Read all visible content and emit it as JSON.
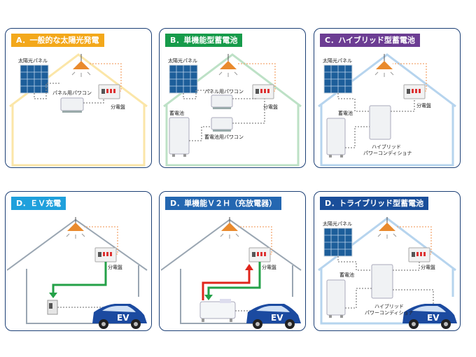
{
  "panels": [
    {
      "title": "A．一般的な太陽光発電",
      "color": "#f3a81b",
      "labels": {
        "solar": "太陽光パネル",
        "pcs": "パネル用パワコン",
        "dist": "分電盤"
      }
    },
    {
      "title": "B．単機能型蓄電池",
      "color": "#169b4a",
      "labels": {
        "solar": "太陽光パネル",
        "pcs": "パネル用パワコン",
        "dist": "分電盤",
        "battery": "蓄電池",
        "bpcs": "蓄電池用パワコン"
      }
    },
    {
      "title": "C．ハイブリッド型蓄電池",
      "color": "#6c3d93",
      "labels": {
        "solar": "太陽光パネル",
        "dist": "分電盤",
        "battery": "蓄電池",
        "hybrid1": "ハイブリッド",
        "hybrid2": "パワーコンディショナ"
      }
    },
    {
      "title": "D．ＥＶ充電",
      "color": "#1fa0dc",
      "labels": {
        "dist": "分電盤"
      }
    },
    {
      "title": "D．単機能Ｖ２Ｈ（充放電器）",
      "color": "#2467b1",
      "labels": {
        "dist": "分電盤"
      }
    },
    {
      "title": "D．トライブリッド型蓄電池",
      "color": "#1a4e9a",
      "labels": {
        "solar": "太陽光パネル",
        "dist": "分電盤",
        "battery": "蓄電池",
        "hybrid1": "ハイブリッド",
        "hybrid2": "パワーコンディショナ"
      }
    }
  ],
  "ev_text": "EV",
  "colors": {
    "border": "#1c3f75",
    "house_a": "#fbe6a8",
    "house_b": "#bde1c6",
    "house_c": "#b6d4ee",
    "house_d": "#9aa6b2",
    "green_line": "#24a148",
    "red_line": "#e0251b",
    "car": "#1b4aa0"
  }
}
